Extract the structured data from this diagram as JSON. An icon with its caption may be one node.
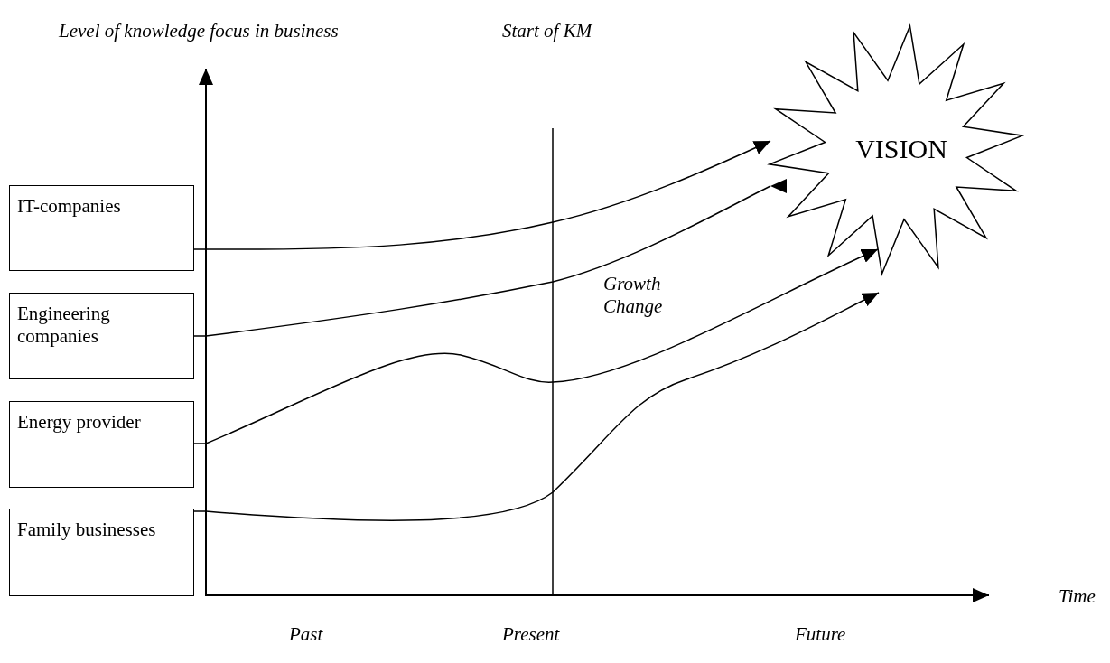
{
  "diagram": {
    "nodes": [
      {
        "text": [
          "IT-companies"
        ]
      },
      {
        "text": [
          "Engineering companies"
        ]
      },
      {
        "text": [
          "Energy provider"
        ]
      },
      {
        "text": [
          "Family businesses"
        ]
      },
      {
        "text": [
          "VISION"
        ]
      }
    ],
    "edges": [
      {
        "from": 0,
        "to": 4,
        "arrow": "to"
      },
      {
        "from": 1,
        "to": 4,
        "arrow": "to"
      },
      {
        "from": 2,
        "to": 4,
        "arrow": "to"
      },
      {
        "from": 3,
        "to": 4,
        "arrow": "to"
      }
    ],
    "labels": [
      "Level of knowledge focus in business",
      "Start of KM",
      "Growth Change",
      "Time",
      "Past",
      "Present",
      "Future"
    ]
  }
}
